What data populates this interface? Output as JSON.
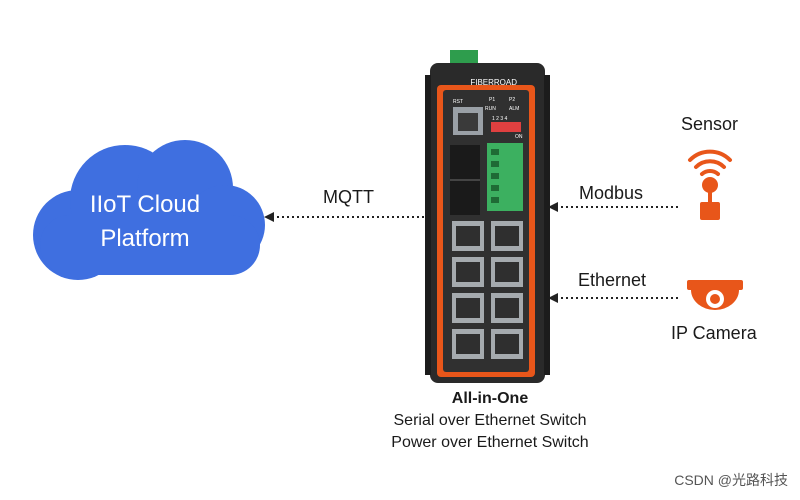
{
  "cloud": {
    "text_line1": "IIoT Cloud",
    "text_line2": "Platform",
    "color": "#3f6fe0"
  },
  "links": {
    "mqtt": "MQTT",
    "modbus": "Modbus",
    "ethernet": "Ethernet"
  },
  "devices": {
    "sensor": "Sensor",
    "camera": "IP Camera",
    "accent": "#e8561a"
  },
  "switch": {
    "brand": "FIBERROAD",
    "rst": "RST",
    "p1": "P1",
    "p2": "P2",
    "run": "RUN",
    "alm": "ALM",
    "dip": "1 2 3 4",
    "on": "ON"
  },
  "caption": {
    "title": "All-in-One",
    "line1": "Serial over Ethernet Switch",
    "line2": "Power over Ethernet Switch"
  },
  "watermark": "CSDN @光路科技"
}
